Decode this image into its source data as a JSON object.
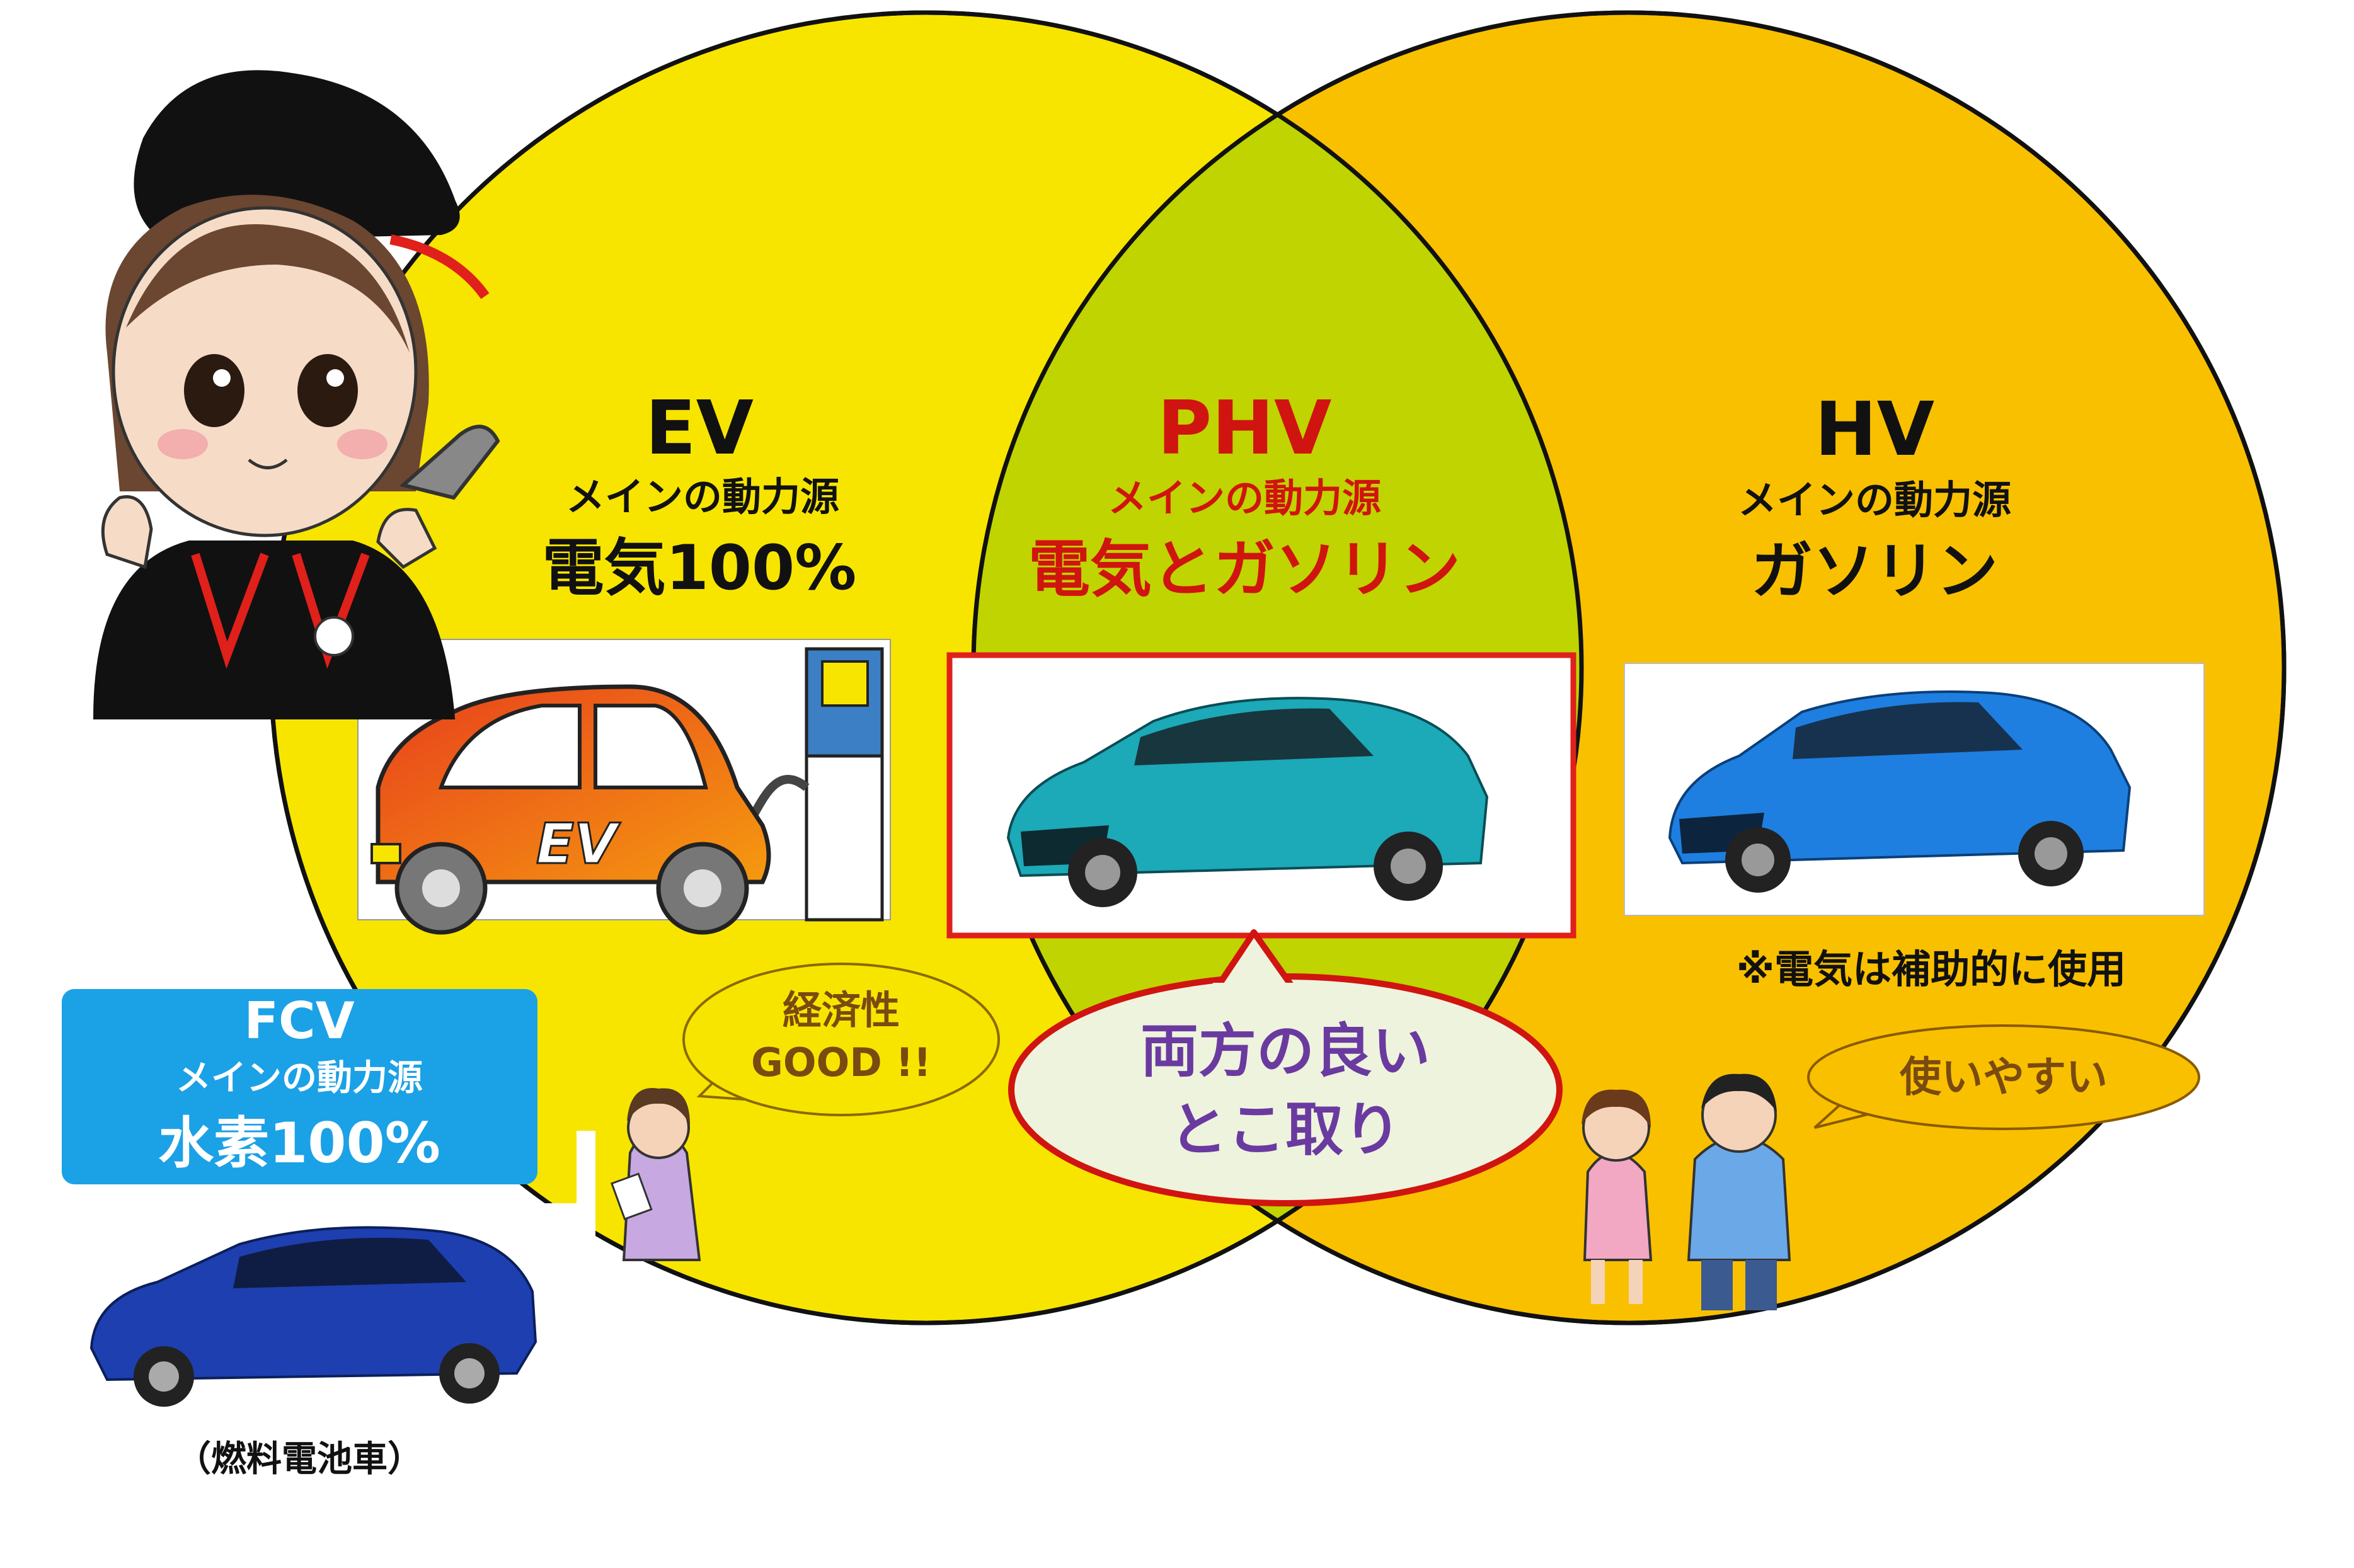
{
  "ev": {
    "title": "EV",
    "source_label": "メインの動力源",
    "source_value": "電気100%",
    "car_lettering": "EV"
  },
  "phv": {
    "title": "PHV",
    "source_label": "メインの動力源",
    "source_value": "電気とガソリン"
  },
  "hv": {
    "title": "HV",
    "source_label": "メインの動力源",
    "source_value": "ガソリン",
    "note": "※電気は補助的に使用"
  },
  "fcv": {
    "title": "FCV",
    "source_label": "メインの動力源",
    "source_value": "水素100%",
    "caption": "（燃料電池車）"
  },
  "bubbles": {
    "economy_line1": "経済性",
    "economy_line2": "GOOD !!",
    "combined_line1": "両方の良い",
    "combined_line2": "とこ取り",
    "easy": "使いやすい"
  },
  "colors": {
    "ev_circle": "#F7E500",
    "hv_circle": "#F9C000",
    "overlap": "#BFD400",
    "phv_red": "#D0140F",
    "fcv_box": "#1BA1E6",
    "combined_text": "#6A3AA0",
    "car_blue": "#1E7FE0",
    "car_teal": "#1CA9B8"
  }
}
